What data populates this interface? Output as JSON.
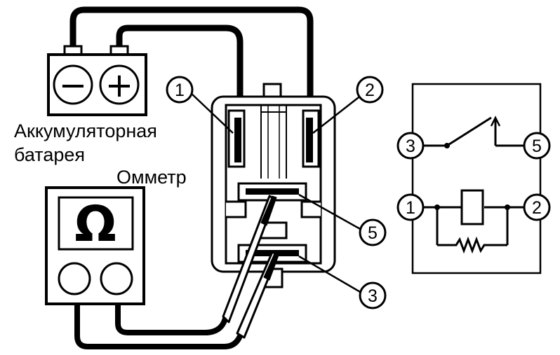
{
  "labels": {
    "battery_line1": "Аккумуляторная",
    "battery_line2": "батарея",
    "ohmmeter": "Омметр"
  },
  "meter": {
    "symbol": "Ω"
  },
  "battery": {
    "minus_symbol": "−",
    "plus_symbol": "+"
  },
  "relay_terminals": {
    "t1": "1",
    "t2": "2",
    "t3": "3",
    "t5": "5"
  },
  "schematic_terminals": {
    "t1": "1",
    "t2": "2",
    "t3": "3",
    "t5": "5"
  }
}
